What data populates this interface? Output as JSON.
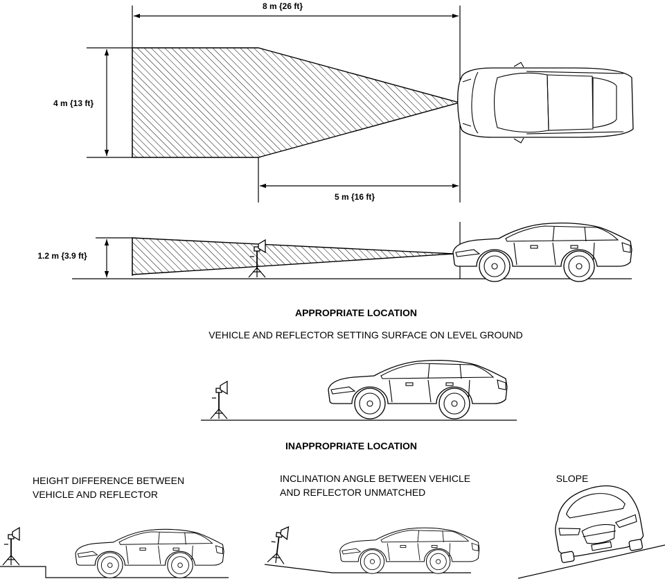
{
  "dimensions": {
    "overall_length": "8 m {26 ft}",
    "width": "4 m {13 ft}",
    "inner_length": "5 m {16 ft}",
    "height": "1.2 m {3.9 ft}"
  },
  "sections": {
    "appropriate": {
      "title": "APPROPRIATE LOCATION",
      "caption": "VEHICLE AND REFLECTOR SETTING SURFACE ON LEVEL GROUND"
    },
    "inappropriate": {
      "title": "INAPPROPRIATE LOCATION",
      "cases": [
        {
          "line1": "HEIGHT DIFFERENCE BETWEEN",
          "line2": "VEHICLE AND REFLECTOR"
        },
        {
          "line1": "INCLINATION ANGLE BETWEEN VEHICLE",
          "line2": "AND REFLECTOR UNMATCHED"
        },
        {
          "line1": "SLOPE",
          "line2": ""
        }
      ]
    }
  }
}
